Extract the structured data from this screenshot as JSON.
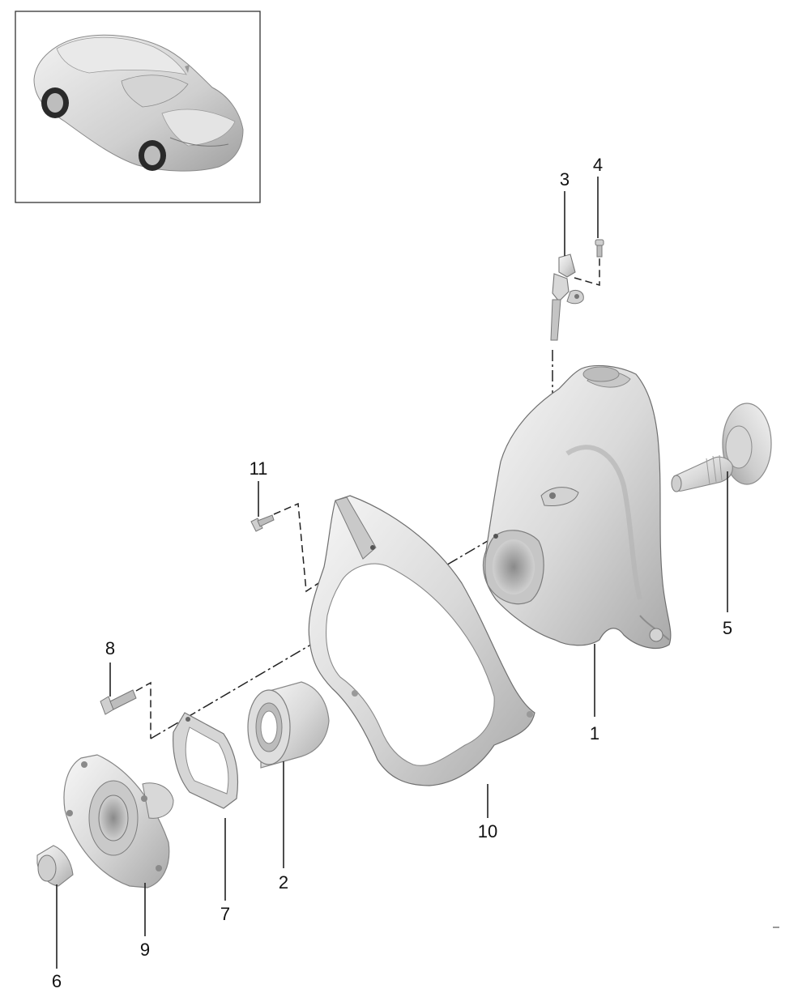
{
  "callouts": [
    {
      "id": "knuckle",
      "label": "1"
    },
    {
      "id": "bearing",
      "label": "2"
    },
    {
      "id": "sensor",
      "label": "3"
    },
    {
      "id": "sensor-bolt",
      "label": "4"
    },
    {
      "id": "drive-shaft",
      "label": "5"
    },
    {
      "id": "nut",
      "label": "6"
    },
    {
      "id": "gasket",
      "label": "7"
    },
    {
      "id": "hub-bolt",
      "label": "8"
    },
    {
      "id": "hub",
      "label": "9"
    },
    {
      "id": "cover-plate",
      "label": "10"
    },
    {
      "id": "cover-bolt",
      "label": "11"
    }
  ],
  "colors": {
    "part_light": "#efefef",
    "part_mid": "#cfcfcf",
    "part_dark": "#9c9c9c",
    "line": "#222222"
  }
}
